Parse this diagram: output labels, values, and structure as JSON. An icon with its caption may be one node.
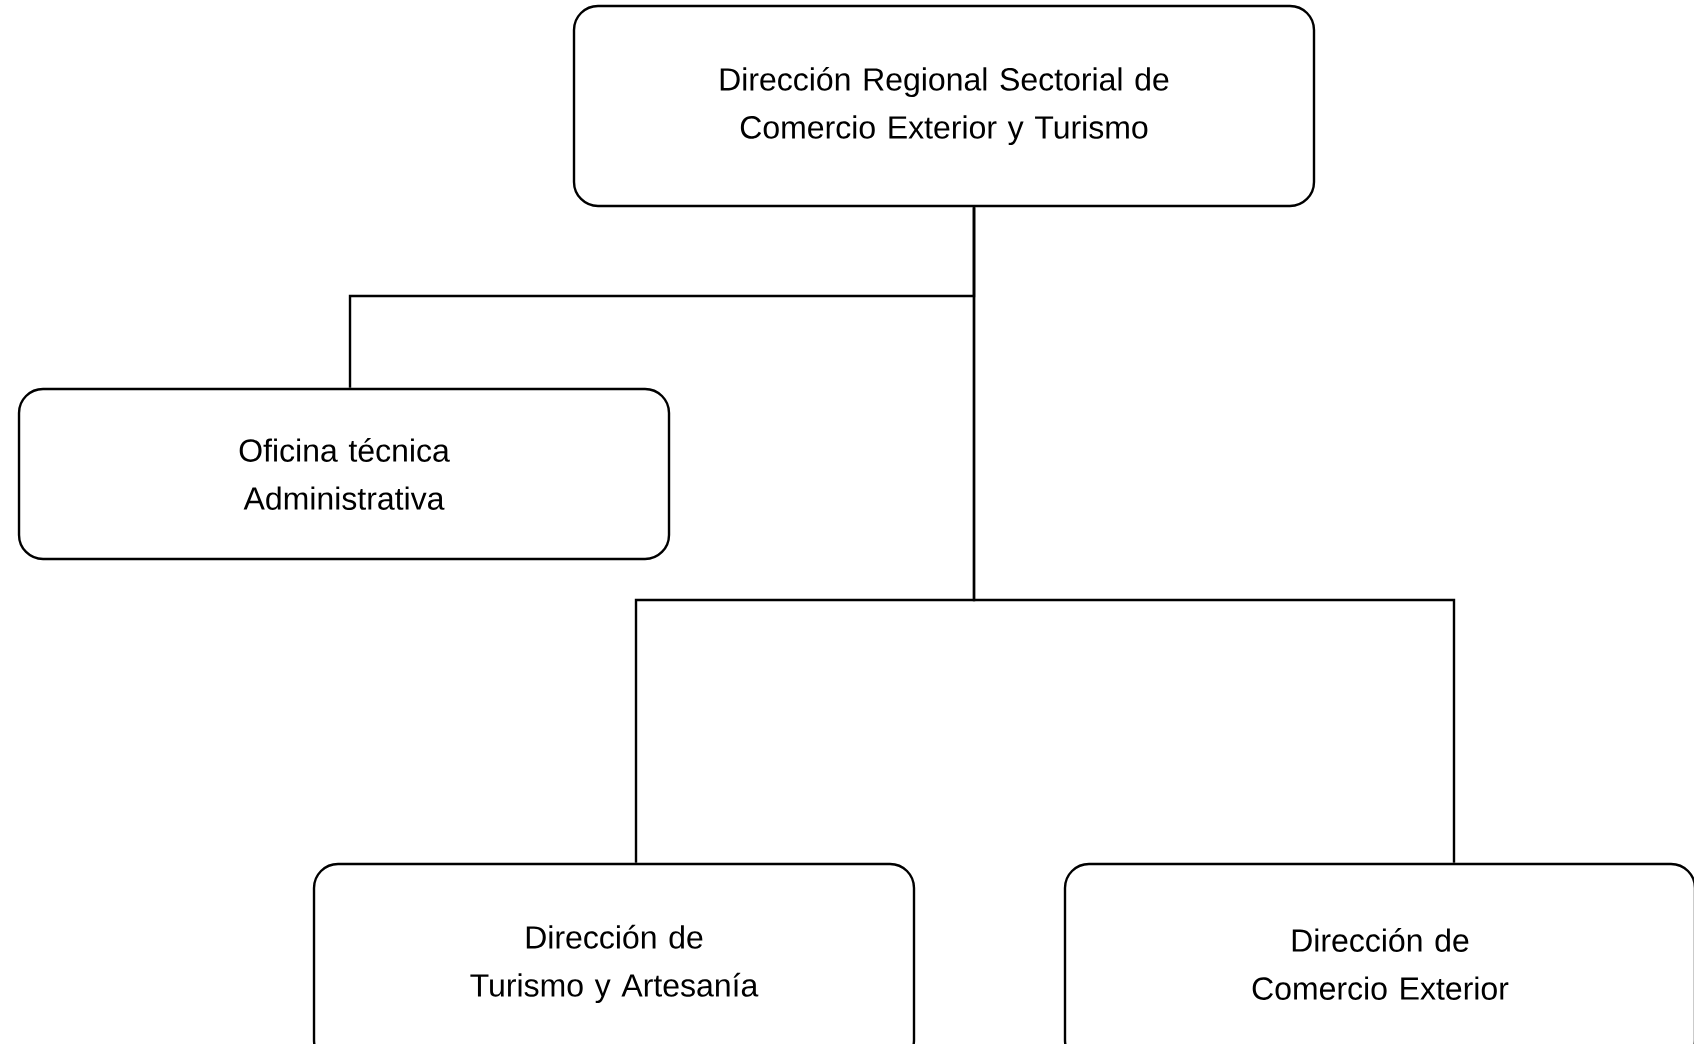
{
  "diagram": {
    "nodes": [
      {
        "text": [
          "Dirección Regional Sectorial de Comercio Exterior y Turismo"
        ]
      },
      {
        "text": [
          "Oficina técnica Administrativa"
        ]
      },
      {
        "text": [
          "Dirección de Turismo y Artesanía"
        ]
      },
      {
        "text": [
          "Dirección de Comercio Exterior"
        ]
      }
    ],
    "edges": [
      {
        "from": 0,
        "to": 1,
        "arrow": "none"
      },
      {
        "from": 0,
        "to": 2,
        "arrow": "none"
      },
      {
        "from": 0,
        "to": 3,
        "arrow": "none"
      }
    ]
  }
}
